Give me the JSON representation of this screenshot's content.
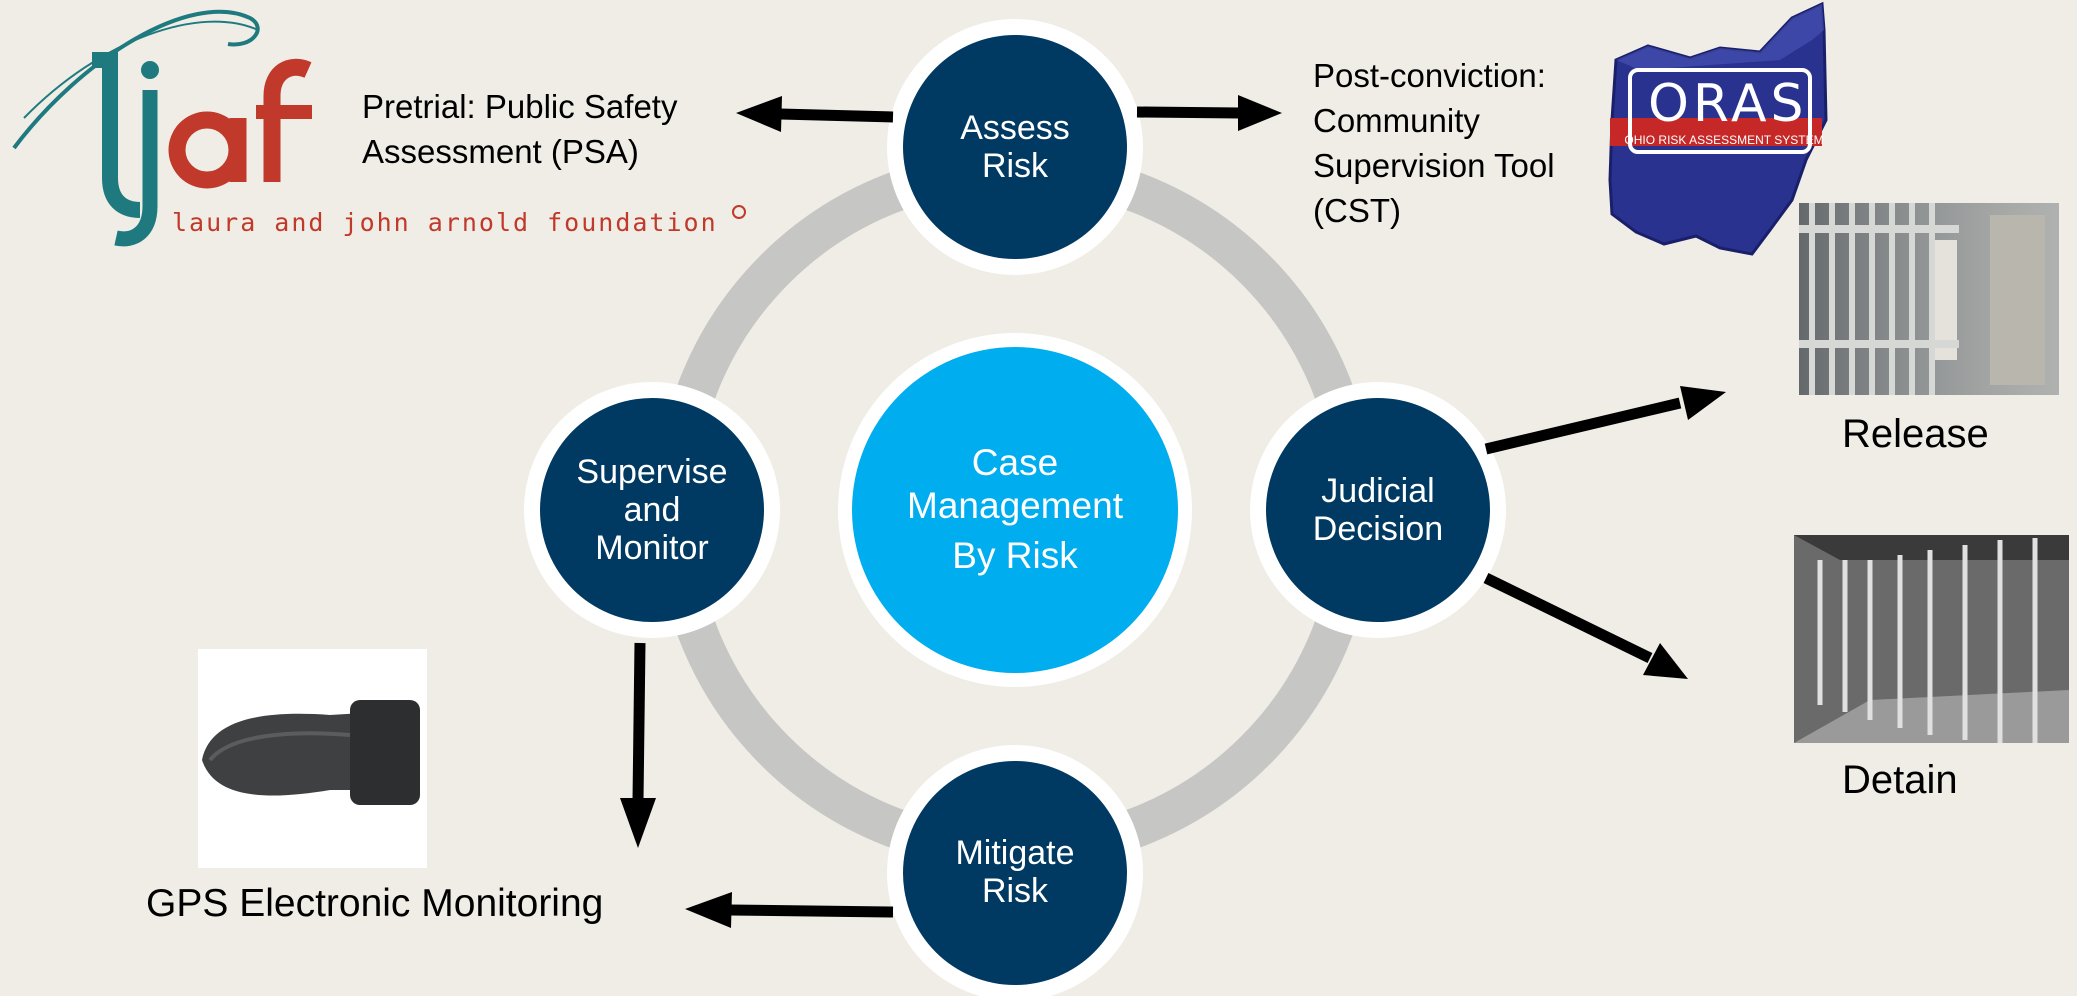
{
  "diagram": {
    "center": {
      "lines": [
        "Case",
        "Management",
        "By Risk"
      ]
    },
    "nodes": [
      {
        "id": "assess",
        "lines": [
          "Assess",
          "Risk"
        ]
      },
      {
        "id": "judicial",
        "lines": [
          "Judicial",
          "Decision"
        ]
      },
      {
        "id": "mitigate",
        "lines": [
          "Mitigate",
          "Risk"
        ]
      },
      {
        "id": "supervise",
        "lines": [
          "Supervise",
          "and",
          "Monitor"
        ]
      }
    ],
    "labels": {
      "pretrial_prefix": "Pretrial: ",
      "pretrial_line1": "Public Safety",
      "pretrial_line2": "Assessment (PSA)",
      "post_prefix": "Post-conviction:",
      "post_line1": "Community",
      "post_line2": "Supervision Tool",
      "post_line3": "(CST)",
      "release": "Release",
      "detain": "Detain",
      "gps": "GPS Electronic Monitoring"
    },
    "logos": {
      "ljaf_letters": "ljaf",
      "ljaf_subtitle": "laura and john arnold foundation",
      "oras_word": "ORAS",
      "oras_subtitle": "OHIO RISK ASSESSMENT SYSTEM"
    },
    "colors": {
      "background": "#efede5",
      "node": "#003a63",
      "center": "#00adef",
      "ring": "#c6c6c4",
      "arrow": "#000000"
    }
  }
}
